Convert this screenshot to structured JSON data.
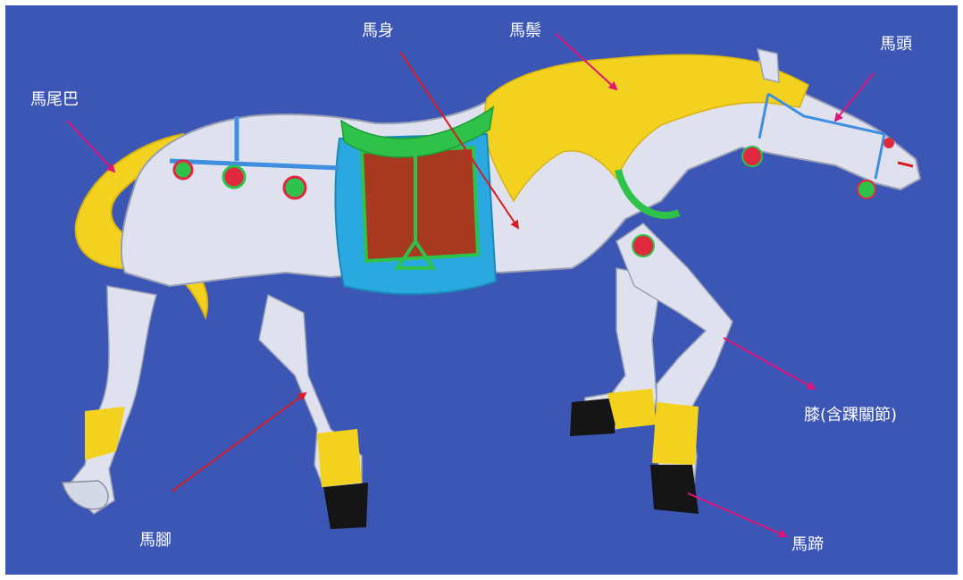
{
  "labels": {
    "tail": "馬尾巴",
    "body": "馬身",
    "mane": "馬鬃",
    "head": "馬頭",
    "knee": "膝(含踝關節)",
    "leg": "馬腳",
    "hoof": "馬蹄"
  },
  "colors": {
    "background": "#3c56b5",
    "horse_body": "#dfe2ee",
    "mane": "#f2d21f",
    "saddle_pad": "#2aa9e0",
    "saddle_seat": "#a6391f",
    "saddle_trim": "#2ec24a",
    "harness": "#3f8fe0",
    "bead_red": "#e0283f",
    "hoof": "#151515",
    "arrow_magenta": "#e0147a",
    "arrow_red": "#d61c24"
  }
}
